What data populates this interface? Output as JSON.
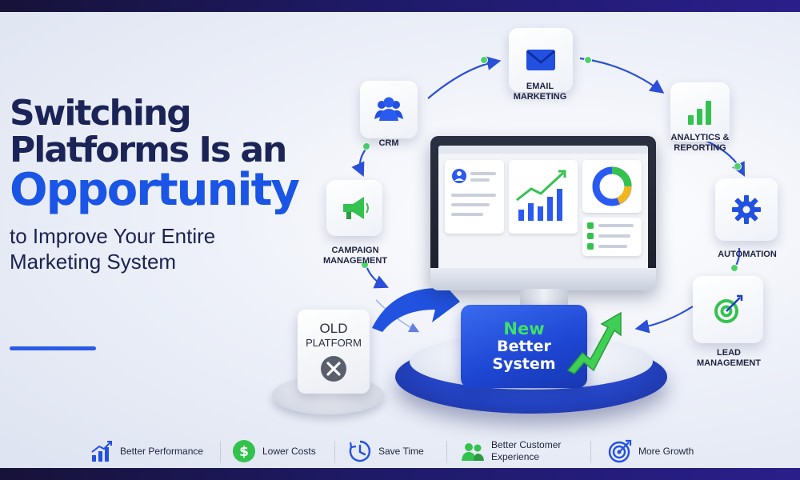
{
  "headline": {
    "line1": "Switching",
    "line2": "Platforms Is an",
    "line3": "Opportunity",
    "sub1": "to Improve Your Entire",
    "sub2": "Marketing System"
  },
  "tiles": {
    "email": {
      "label1": "Email",
      "label2": "Marketing",
      "icon": "envelope-icon"
    },
    "crm": {
      "label1": "CRM",
      "icon": "users-icon"
    },
    "analytics": {
      "label1": "Analytics &",
      "label2": "Reporting",
      "icon": "bar-chart-icon"
    },
    "campaign": {
      "label1": "Campaign",
      "label2": "Management",
      "icon": "megaphone-icon"
    },
    "automation": {
      "label1": "Automation",
      "icon": "gear-icon"
    },
    "lead": {
      "label1": "Lead",
      "label2": "Management",
      "icon": "target-icon"
    }
  },
  "old_platform": {
    "line1": "Old",
    "line2": "Platform",
    "icon": "x-circle-icon"
  },
  "new_system": {
    "line1": "New",
    "line2": "Better",
    "line3": "System"
  },
  "footer": [
    {
      "label": "Better Performance",
      "icon": "rising-bars-icon"
    },
    {
      "label": "Lower Costs",
      "icon": "dollar-icon"
    },
    {
      "label": "Save Time",
      "icon": "clock-icon"
    },
    {
      "label1": "Better Customer",
      "label2": "Experience",
      "icon": "customers-icon"
    },
    {
      "label": "More Growth",
      "icon": "target-icon"
    }
  ],
  "colors": {
    "brand_blue": "#1a55e6",
    "navy": "#1b2456",
    "green": "#3fcf55"
  }
}
